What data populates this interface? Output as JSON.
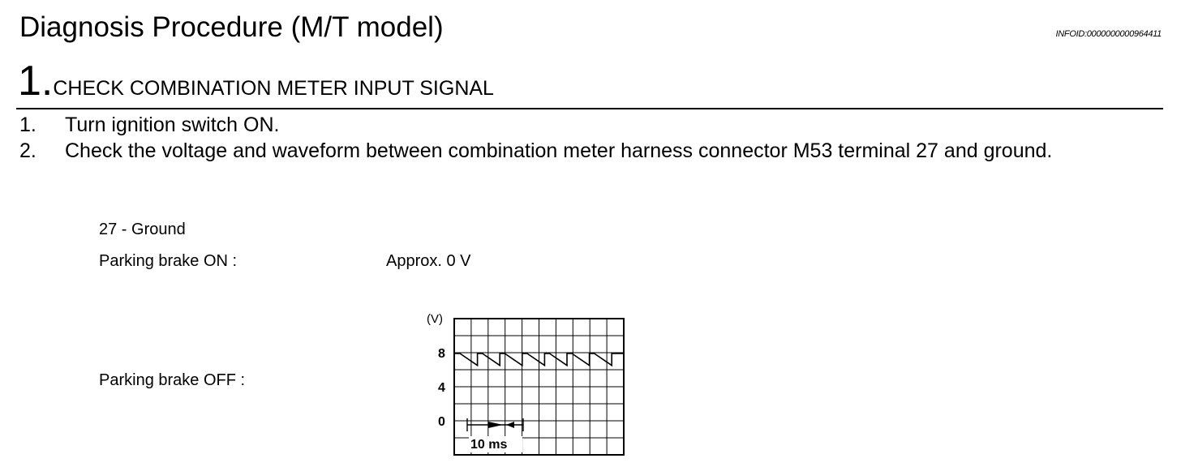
{
  "header": {
    "title": "Diagnosis Procedure (M/T model)",
    "info_id": "INFOID:0000000000964411"
  },
  "step": {
    "number": "1.",
    "title": "CHECK COMBINATION METER INPUT SIGNAL"
  },
  "instructions": [
    {
      "num": "1.",
      "text": "Turn ignition switch ON."
    },
    {
      "num": "2.",
      "text": "Check the voltage and waveform between combination meter harness connector M53 terminal 27 and ground."
    }
  ],
  "spec": {
    "terminal": "27 - Ground",
    "on_label": "Parking brake ON :",
    "on_value": "Approx. 0 V",
    "off_label": "Parking brake OFF :"
  },
  "waveform": {
    "y_unit": "(V)",
    "y_ticks": [
      "8",
      "4",
      "0"
    ],
    "time_label": "10 ms",
    "high_v": 8,
    "low_v": 6.6,
    "period_ms": 4
  }
}
